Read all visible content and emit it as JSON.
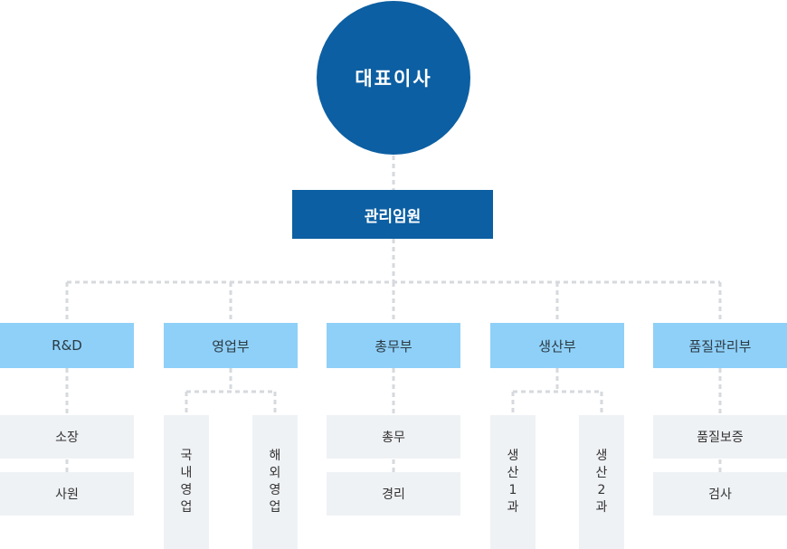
{
  "ceo": {
    "label": "대표이사"
  },
  "executive": {
    "label": "관리임원"
  },
  "departments": [
    {
      "label": "R&D",
      "teams": [
        "소장",
        "사원"
      ]
    },
    {
      "label": "영업부",
      "teams": [
        "국내영업",
        "해외영업"
      ]
    },
    {
      "label": "총무부",
      "teams": [
        "총무",
        "경리"
      ]
    },
    {
      "label": "생산부",
      "teams": [
        "생산1과",
        "생산2과"
      ]
    },
    {
      "label": "품질관리부",
      "teams": [
        "품질보증",
        "검사"
      ]
    }
  ],
  "colors": {
    "primary": "#0c5fa2",
    "department": "#8fd0f8",
    "team": "#eff2f5",
    "connector": "#d6d9dd"
  }
}
